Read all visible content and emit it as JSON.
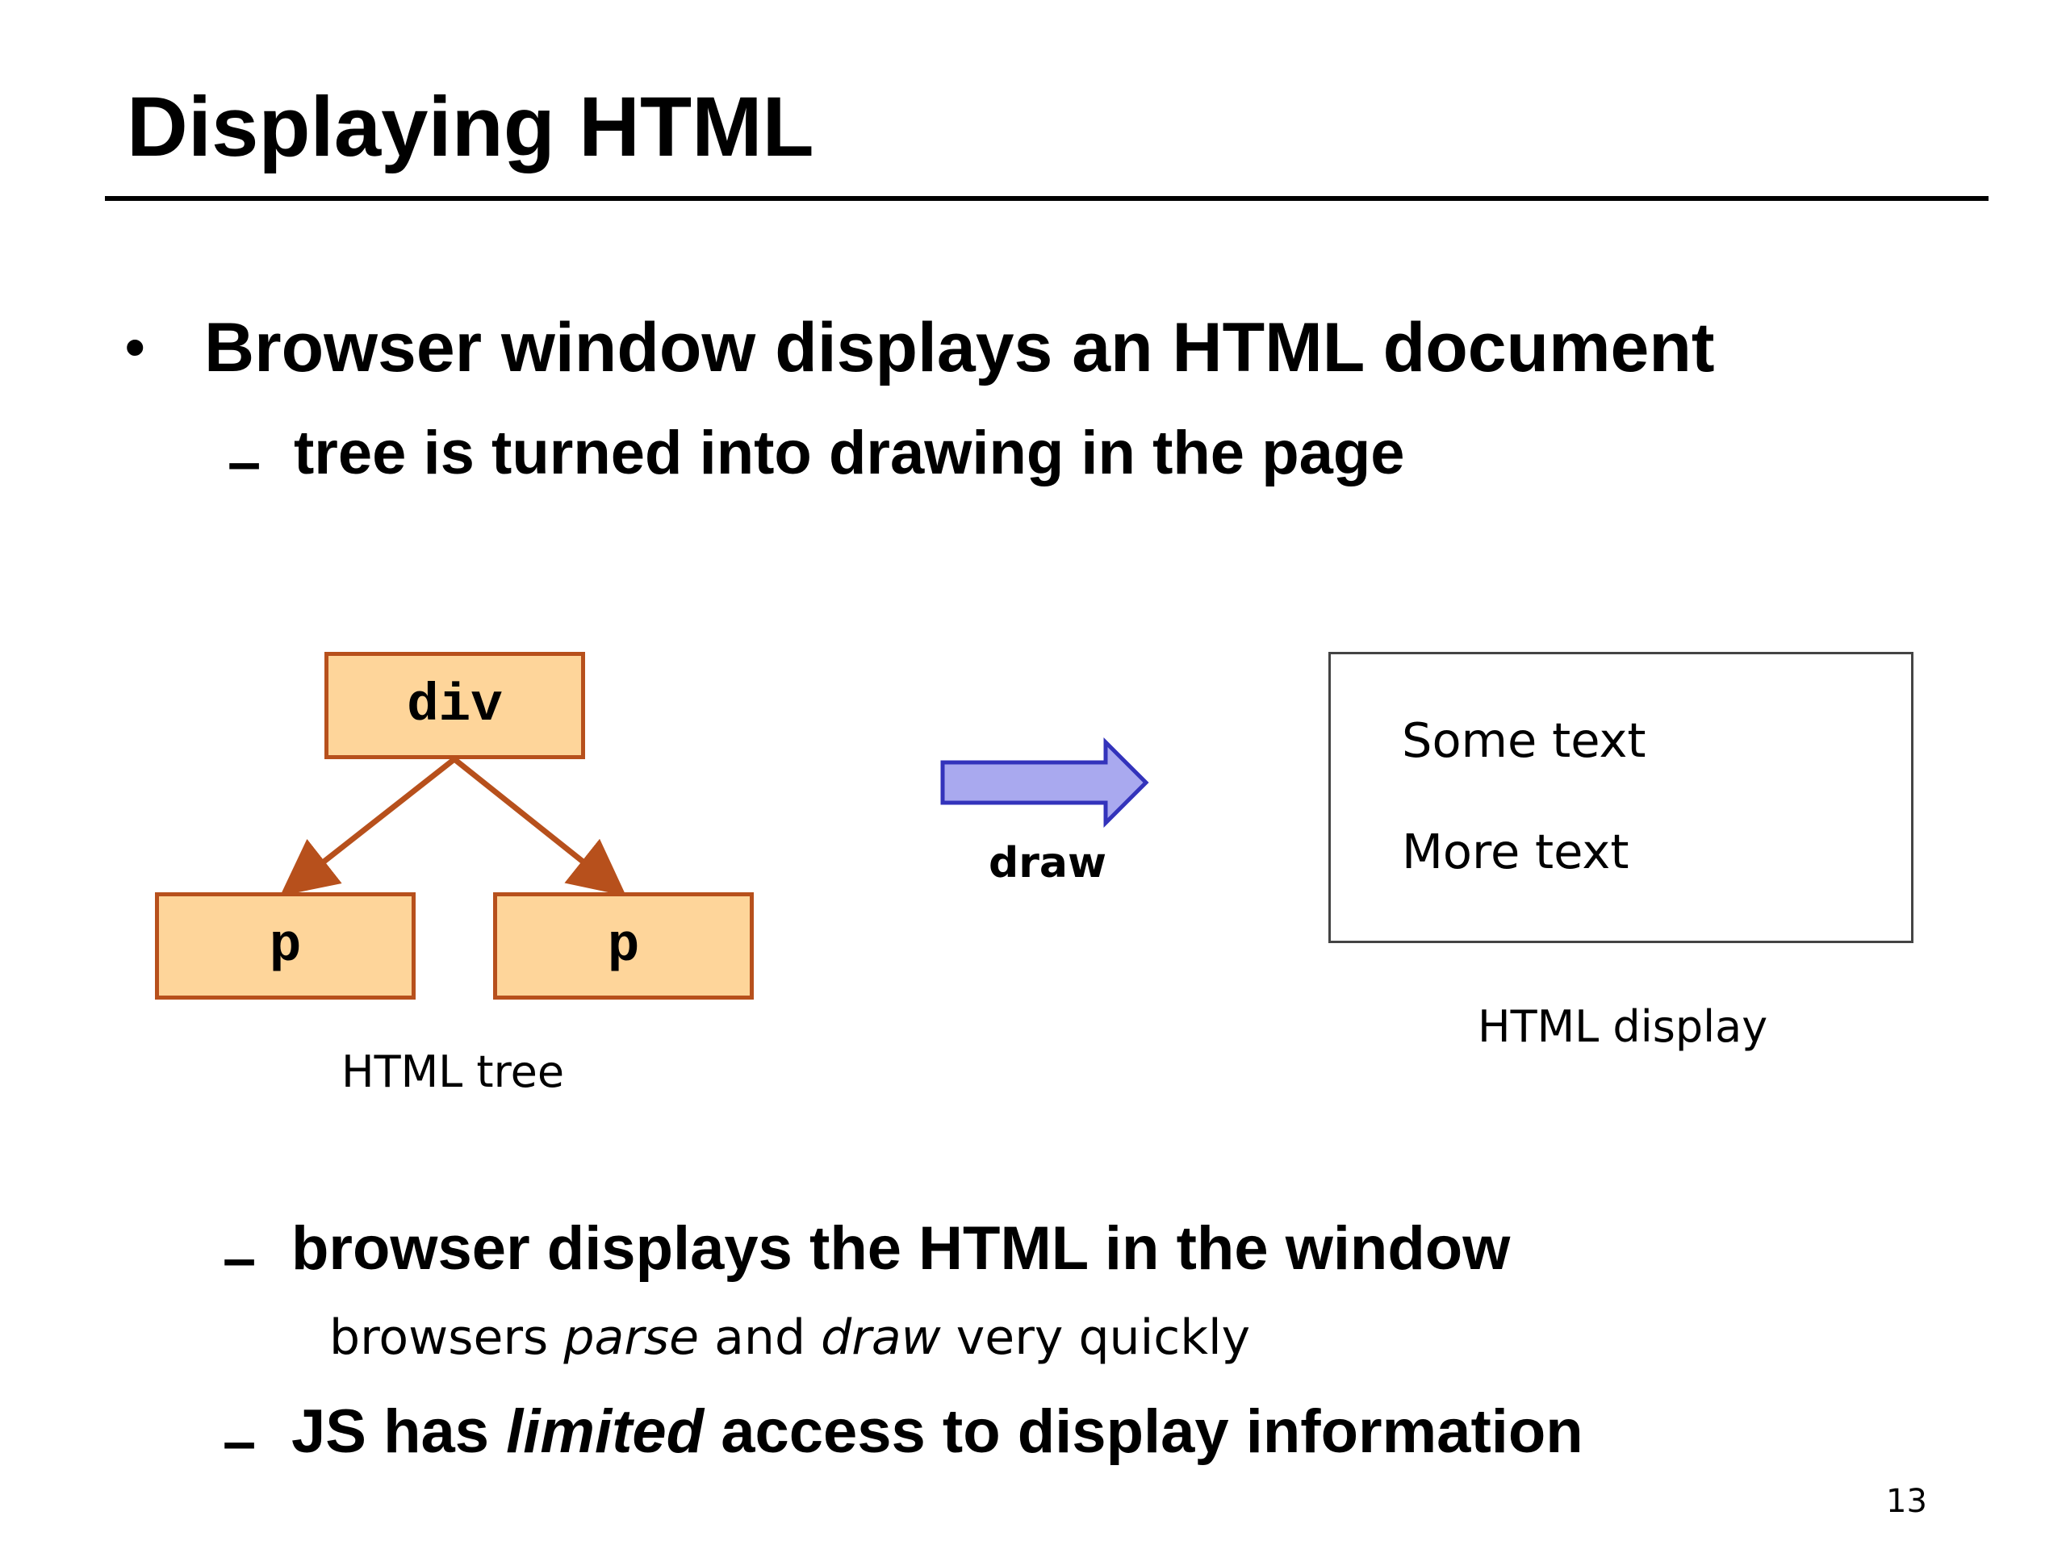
{
  "slide": {
    "title": "Displaying HTML",
    "bullet": "Browser window displays an HTML document",
    "sub1": "tree is turned into drawing in the page",
    "dash": "–",
    "bullet_symbol": "•",
    "page_number": "13"
  },
  "diagram": {
    "tree": {
      "root": "div",
      "children": [
        "p",
        "p"
      ],
      "caption": "HTML tree"
    },
    "arrow_label": "draw",
    "display": {
      "lines": [
        "Some text",
        "More text"
      ],
      "caption": "HTML display"
    },
    "colors": {
      "node_fill": "#fed59a",
      "node_border": "#b7501c",
      "edge": "#b7501c",
      "arrow_fill": "#a9a9ef",
      "arrow_stroke": "#3333bb"
    }
  },
  "bottom": {
    "sub2": "browser displays the HTML in the window",
    "note": {
      "part1": "browsers ",
      "em1": "parse",
      "part2": " and ",
      "em2": "draw",
      "part3": " very quickly"
    },
    "sub3": {
      "part1": "JS has ",
      "em": "limited",
      "part2": " access to display information"
    }
  }
}
